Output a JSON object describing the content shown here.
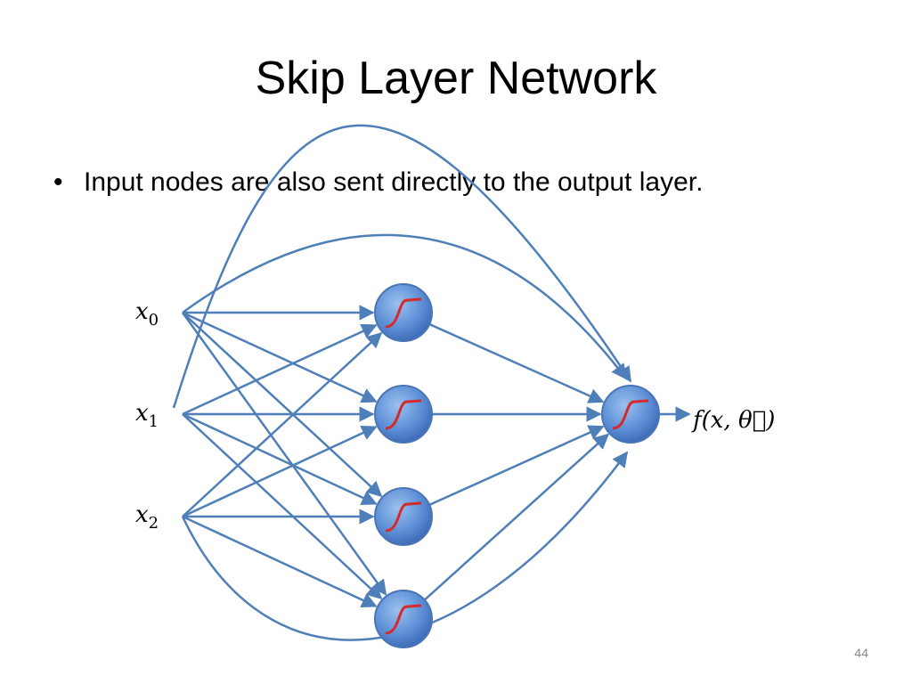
{
  "slide": {
    "title": "Skip Layer Network",
    "bullets": [
      "Input nodes are also sent directly to the output layer."
    ],
    "page_number": "44"
  },
  "diagram": {
    "inputs": [
      {
        "label": "x",
        "subscript": "0"
      },
      {
        "label": "x",
        "subscript": "1"
      },
      {
        "label": "x",
        "subscript": "2"
      }
    ],
    "hidden_node_count": 4,
    "output_label": "f(x, θ⃗)",
    "colors": {
      "edge": "#4f7fb8",
      "node_fill_top": "#7fa9e0",
      "node_fill_bottom": "#3d6fc2",
      "node_stroke": "#4a76b5",
      "sigmoid": "#d42a2a"
    }
  }
}
